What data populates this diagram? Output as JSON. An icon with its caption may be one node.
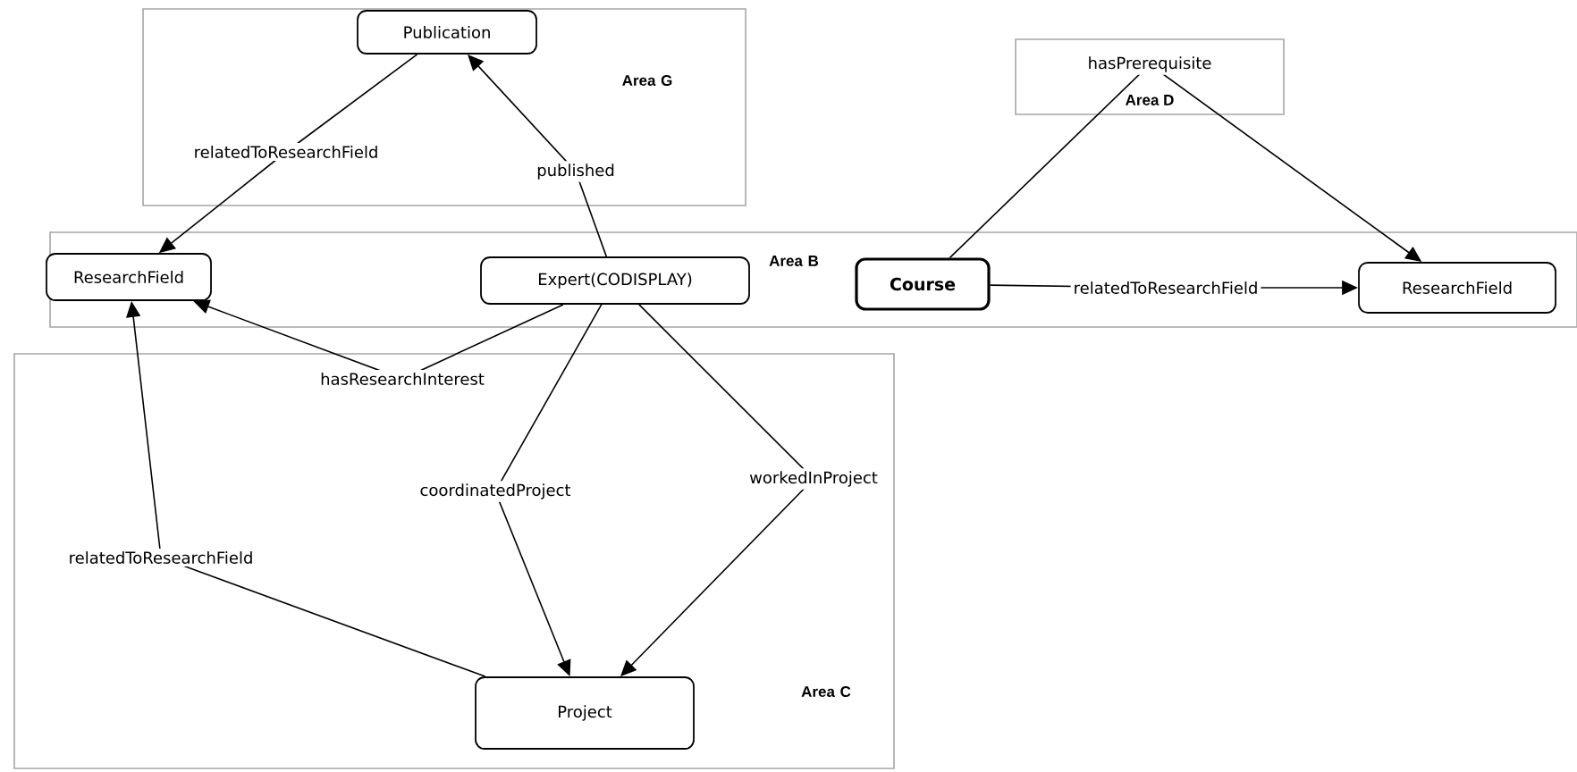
{
  "diagram": {
    "nodes": [
      {
        "text": [
          "Area G"
        ]
      },
      {
        "text": [
          "Publication"
        ],
        "in": 0
      },
      {
        "text": [
          "Area B"
        ]
      },
      {
        "text": [
          "ResearchField"
        ],
        "in": 2
      },
      {
        "text": [
          "Expert(CODISPLAY)"
        ],
        "in": 2
      },
      {
        "text": [
          "Course"
        ],
        "in": 2
      },
      {
        "text": [
          "ResearchField"
        ],
        "in": 2
      },
      {
        "text": [
          "Area C"
        ]
      },
      {
        "text": [
          "Project"
        ],
        "in": 7
      }
    ],
    "edges": [
      {
        "from": 1,
        "to": 3,
        "arrow": "to",
        "label": "relatedToResearchField"
      },
      {
        "from": 4,
        "to": 1,
        "arrow": "to",
        "label": "published"
      },
      {
        "from": 4,
        "to": 3,
        "arrow": "to",
        "label": "hasResearchInterest"
      },
      {
        "from": 8,
        "to": 3,
        "arrow": "to",
        "label": "relatedToResearchField"
      },
      {
        "from": 4,
        "to": 8,
        "arrow": "to",
        "label": "coordinatedProject"
      },
      {
        "from": 4,
        "to": 8,
        "arrow": "to",
        "label": "workedInProject"
      },
      {
        "from": 5,
        "to": 6,
        "arrow": "to",
        "label": "relatedToResearchField"
      },
      {
        "from": 5,
        "to": 6,
        "arrow": "to",
        "label": "hasPrerequisite"
      }
    ],
    "labels": [
      "Area D"
    ]
  }
}
